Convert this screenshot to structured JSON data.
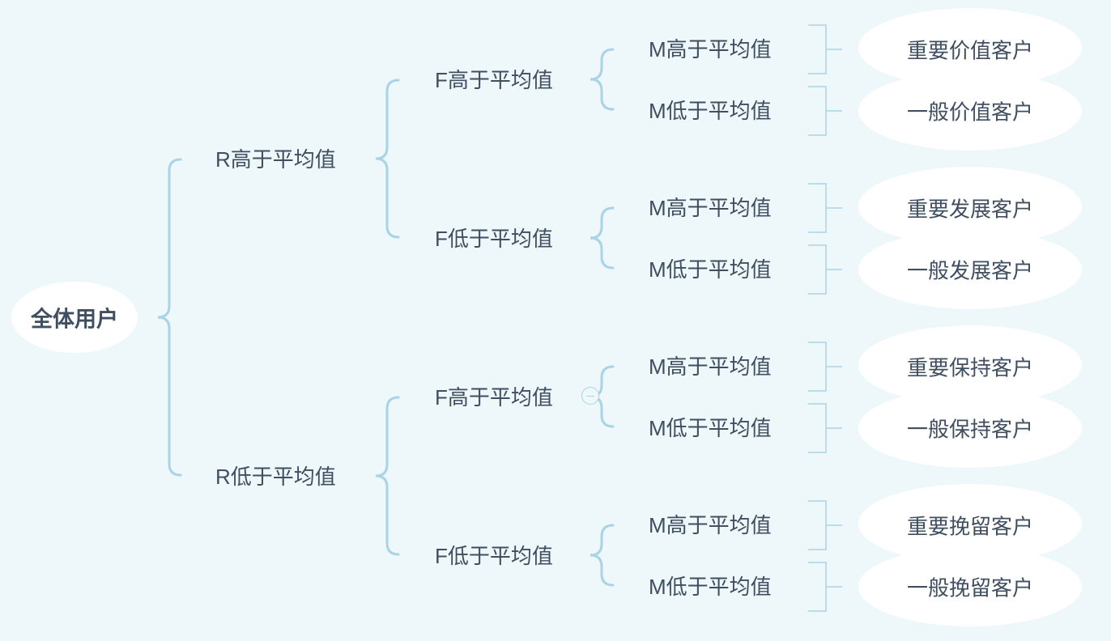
{
  "colors": {
    "background": "#eef7fa",
    "brace": "#a9d4e6",
    "text": "#3f4f61",
    "bubble": "#ffffff"
  },
  "root": {
    "label": "全体用户"
  },
  "r_nodes": [
    {
      "label": "R高于平均值"
    },
    {
      "label": "R低于平均值"
    }
  ],
  "f_nodes": [
    {
      "label": "F高于平均值"
    },
    {
      "label": "F低于平均值"
    },
    {
      "label": "F高于平均值"
    },
    {
      "label": "F低于平均值"
    }
  ],
  "m_nodes": [
    {
      "label": "M高于平均值"
    },
    {
      "label": "M低于平均值"
    },
    {
      "label": "M高于平均值"
    },
    {
      "label": "M低于平均值"
    },
    {
      "label": "M高于平均值"
    },
    {
      "label": "M低于平均值"
    },
    {
      "label": "M高于平均值"
    },
    {
      "label": "M低于平均值"
    }
  ],
  "leaves": [
    {
      "label": "重要价值客户"
    },
    {
      "label": "一般价值客户"
    },
    {
      "label": "重要发展客户"
    },
    {
      "label": "一般发展客户"
    },
    {
      "label": "重要保持客户"
    },
    {
      "label": "一般保持客户"
    },
    {
      "label": "重要挽留客户"
    },
    {
      "label": "一般挽留客户"
    }
  ],
  "collapse_icon": "minus-circle-icon"
}
